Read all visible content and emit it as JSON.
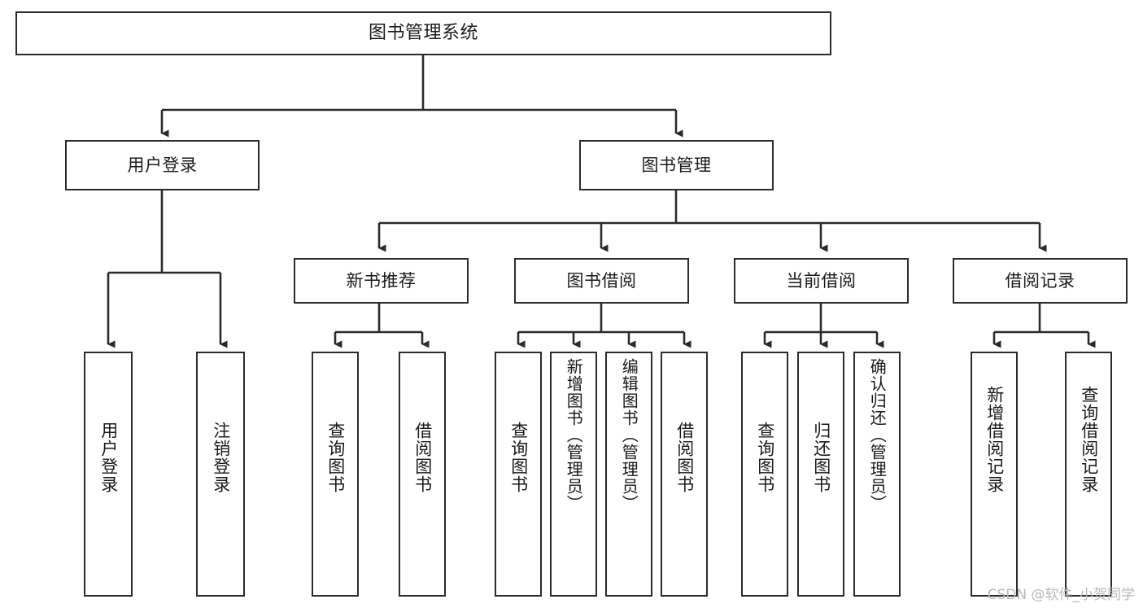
{
  "diagram": {
    "title": "图书管理系统",
    "type": "tree",
    "orientation": "top-down",
    "colors": {
      "stroke": "#2b2b2b",
      "fill": "#ffffff",
      "text": "#1a1a1a",
      "watermark": "#b9b9b9"
    },
    "watermark": "CSDN @软件_小贺同学",
    "nodes": {
      "root": {
        "label": "图书管理系统"
      },
      "level2": [
        {
          "id": "user-login",
          "label": "用户登录"
        },
        {
          "id": "book-manage",
          "label": "图书管理"
        }
      ],
      "level3": [
        {
          "id": "new-book-recommend",
          "label": "新书推荐"
        },
        {
          "id": "book-borrow",
          "label": "图书借阅"
        },
        {
          "id": "current-borrow",
          "label": "当前借阅"
        },
        {
          "id": "borrow-record",
          "label": "借阅记录"
        }
      ],
      "leaves": {
        "user_login": [
          {
            "id": "leaf-user-login",
            "label": "用户登录"
          },
          {
            "id": "leaf-logout-login",
            "label": "注销登录"
          }
        ],
        "new_book_recommend": [
          {
            "id": "leaf-query-book-1",
            "label": "查询图书"
          },
          {
            "id": "leaf-borrow-book-1",
            "label": "借阅图书"
          }
        ],
        "book_borrow": [
          {
            "id": "leaf-query-book-2",
            "label": "查询图书"
          },
          {
            "id": "leaf-add-book-admin",
            "label": "新增图书（管理员）"
          },
          {
            "id": "leaf-edit-book-admin",
            "label": "编辑图书（管理员）"
          },
          {
            "id": "leaf-borrow-book-2",
            "label": "借阅图书"
          }
        ],
        "current_borrow": [
          {
            "id": "leaf-query-book-3",
            "label": "查询图书"
          },
          {
            "id": "leaf-return-book",
            "label": "归还图书"
          },
          {
            "id": "leaf-confirm-return-admin",
            "label": "确认归还（管理员）"
          }
        ],
        "borrow_record": [
          {
            "id": "leaf-add-borrow-record",
            "label": "新增借阅记录"
          },
          {
            "id": "leaf-query-borrow-record",
            "label": "查询借阅记录"
          }
        ]
      }
    }
  }
}
